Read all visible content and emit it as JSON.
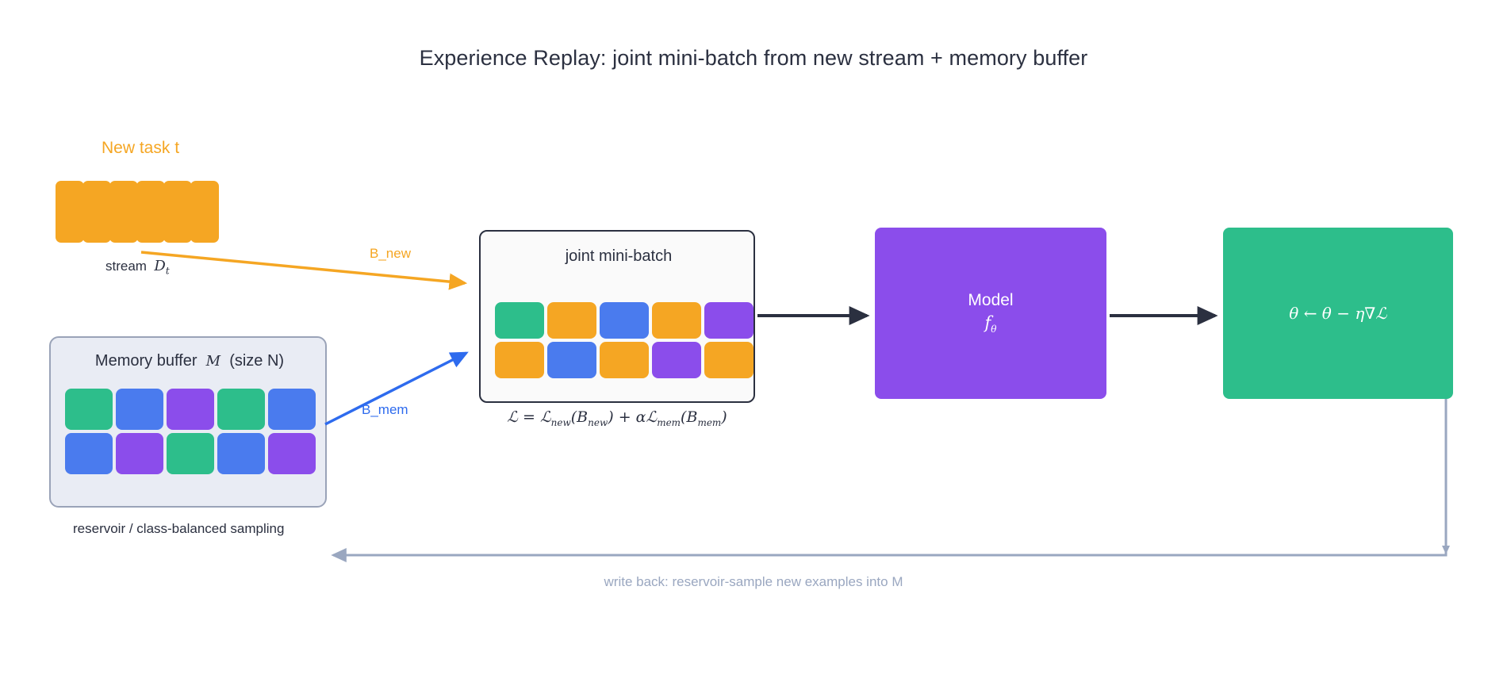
{
  "title": "Experience Replay:  joint mini-batch from new stream + memory buffer",
  "new_task": {
    "label": "New task t",
    "caption_text": "stream",
    "caption_symbol": "D",
    "caption_subscript": "t",
    "cell_count": 6,
    "color": "#F5A623"
  },
  "memory_buffer": {
    "title_text": "Memory buffer",
    "title_symbol": "M",
    "title_suffix": "(size N)",
    "caption": "reservoir / class-balanced sampling",
    "panel_bg": "#e9ecf4",
    "panel_border": "#9aa3b8",
    "rows": [
      [
        "green",
        "blue",
        "purple",
        "green",
        "blue"
      ],
      [
        "blue",
        "purple",
        "green",
        "blue",
        "purple"
      ]
    ]
  },
  "joint_minibatch": {
    "title": "joint mini-batch",
    "rows": [
      [
        "green",
        "orange",
        "blue",
        "orange",
        "purple"
      ],
      [
        "orange",
        "blue",
        "orange",
        "purple",
        "orange"
      ]
    ],
    "loss_equation": "L = L_new(B_new) + αL_mem(B_mem)"
  },
  "model": {
    "label": "Model",
    "symbol": "f",
    "symbol_subscript": "θ",
    "color": "#8B4DEB"
  },
  "update": {
    "equation": "θ ← θ − η∇ℒ",
    "color": "#2DBE8B"
  },
  "arrows": {
    "b_new_label": "B_new",
    "b_new_color": "#F5A623",
    "b_mem_label": "B_mem",
    "b_mem_color": "#2E6BEE",
    "writeback_label": "write back: reservoir-sample new examples into M",
    "writeback_color": "#9aa7c0",
    "flow_color": "#2b3040"
  },
  "palette": {
    "green": "#2DBE8B",
    "blue": "#4A7BEE",
    "purple": "#8B4DEB",
    "orange": "#F5A623",
    "text": "#2b3040"
  }
}
